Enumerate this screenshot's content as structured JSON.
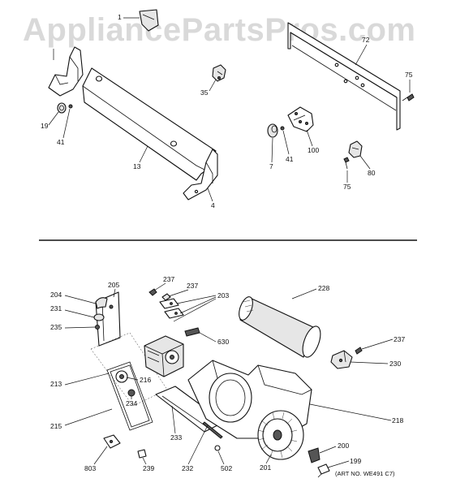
{
  "watermark": "AppliancePartsPros.com",
  "art_number": "(ART NO. WE491 C7)",
  "callouts": {
    "top": {
      "c1": "1",
      "c72": "72",
      "c75a": "75",
      "c35": "35",
      "c19": "19",
      "c41a": "41",
      "c13": "13",
      "c4": "4",
      "c7": "7",
      "c41b": "41",
      "c100": "100",
      "c80": "80",
      "c75b": "75"
    },
    "bottom": {
      "c204": "204",
      "c205": "205",
      "c231": "231",
      "c235": "235",
      "c237a": "237",
      "c237b": "237",
      "c203": "203",
      "c228": "228",
      "c630": "630",
      "c237c": "237",
      "c230": "230",
      "c213": "213",
      "c216": "216",
      "c234": "234",
      "c215": "215",
      "c233": "233",
      "c218": "218",
      "c803": "803",
      "c239": "239",
      "c232": "232",
      "c502": "502",
      "c201": "201",
      "c200": "200",
      "c199": "199"
    }
  }
}
